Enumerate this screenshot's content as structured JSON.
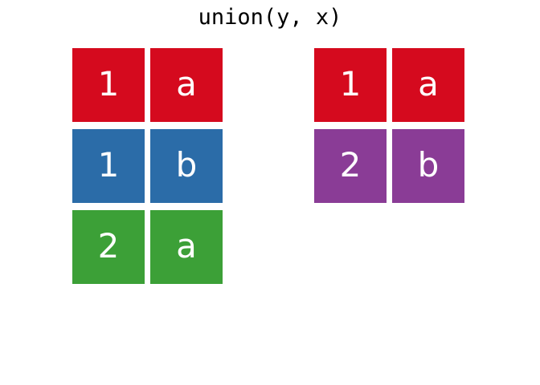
{
  "figure": {
    "title": "union(y, x)",
    "background_color": "#ffffff",
    "text_color": "#ffffff",
    "title_color": "#000000"
  },
  "palette": {
    "red": "#d50a1e",
    "blue": "#2b6ca8",
    "green": "#3ca037",
    "purple": "#8a3c96"
  },
  "tables": [
    {
      "name": "left-table",
      "rows": [
        {
          "color": "#d50a1e",
          "cells": [
            {
              "value": "1"
            },
            {
              "value": "a"
            }
          ]
        },
        {
          "color": "#2b6ca8",
          "cells": [
            {
              "value": "1"
            },
            {
              "value": "b"
            }
          ]
        },
        {
          "color": "#3ca037",
          "cells": [
            {
              "value": "2"
            },
            {
              "value": "a"
            }
          ]
        }
      ]
    },
    {
      "name": "right-table",
      "rows": [
        {
          "color": "#d50a1e",
          "cells": [
            {
              "value": "1"
            },
            {
              "value": "a"
            }
          ]
        },
        {
          "color": "#8a3c96",
          "cells": [
            {
              "value": "2"
            },
            {
              "value": "b"
            }
          ]
        }
      ]
    }
  ]
}
